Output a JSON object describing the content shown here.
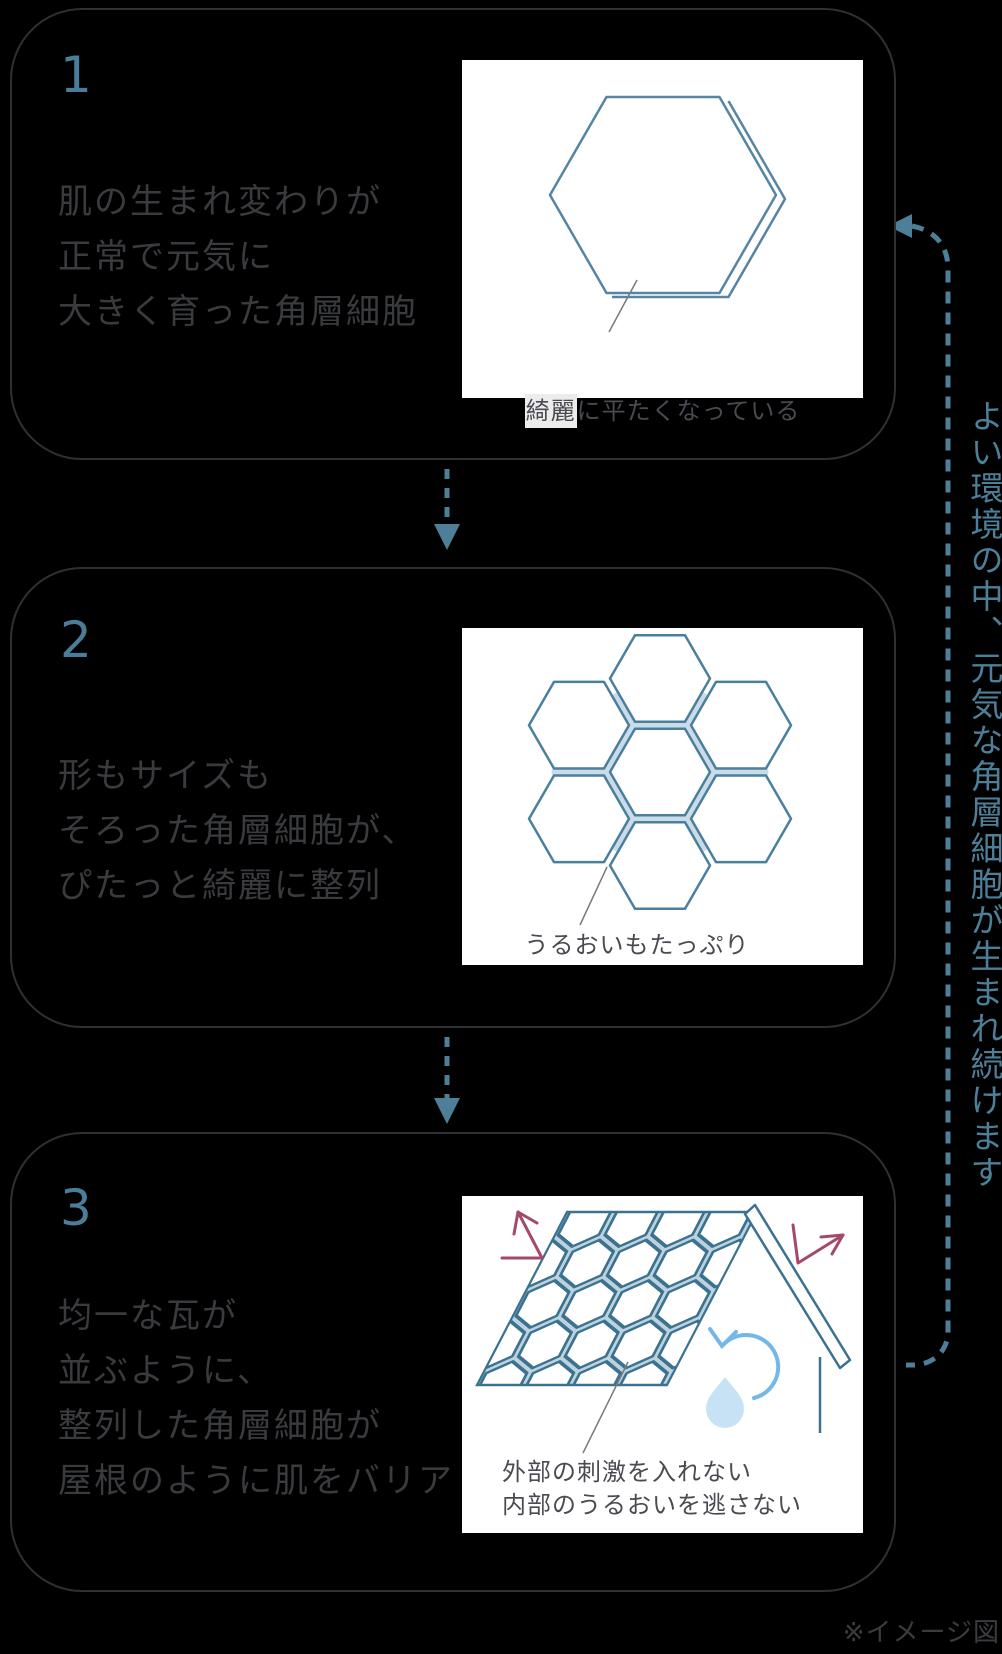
{
  "page": {
    "note": "※イメージ図",
    "background": "#000000"
  },
  "flow": {
    "loop_label": "よい環境の中、元気な角層細胞が生まれ続けます",
    "accent_color": "#4d7f99"
  },
  "colors": {
    "step_number_blue": "#4a7c9b",
    "body_text": "#3a3b3f",
    "panel_border": "#2e3134",
    "hexagon_stroke": "#4a7f9d",
    "roof_stroke": "#3b7290",
    "moisture_glow": "#c9dce7",
    "stimuli_arrow_red": "#a54a66",
    "circulation_blue": "#74b8e8",
    "drop_fill": "#c7e1f5",
    "caption_text": "#4a4b52"
  },
  "steps": [
    {
      "number": "1",
      "description_lines": [
        "肌の生まれ変わりが",
        "正常で元気に",
        "大きく育った角層細胞"
      ],
      "caption_highlight": "綺麗",
      "caption_rest": "に平たくなっている"
    },
    {
      "number": "2",
      "description_lines": [
        "形もサイズも",
        "そろった角層細胞が、",
        "ぴたっと綺麗に整列"
      ],
      "caption": "うるおいもたっぷり"
    },
    {
      "number": "3",
      "description_lines": [
        "均一な瓦が",
        "並ぶように、",
        "整列した角層細胞が",
        "屋根のように肌をバリア"
      ],
      "caption_lines": [
        "外部の刺激を入れない",
        "内部のうるおいを逃さない"
      ]
    }
  ]
}
